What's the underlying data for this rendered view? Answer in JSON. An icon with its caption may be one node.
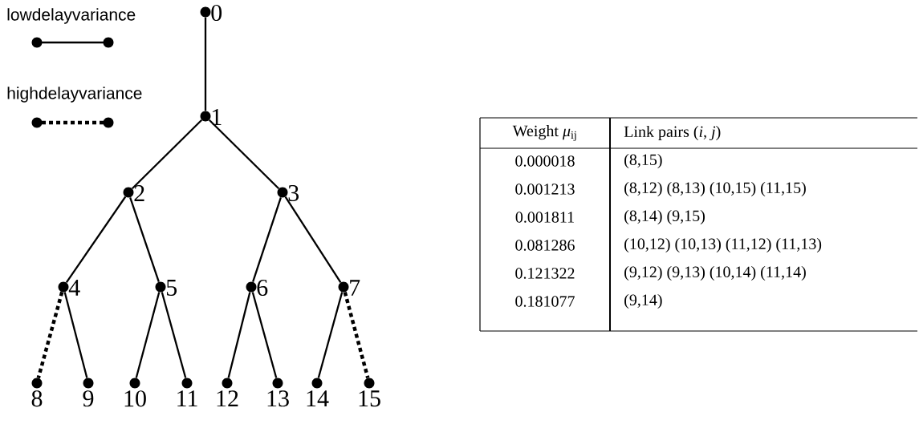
{
  "diagram": {
    "nodes": [
      {
        "text": [
          "0"
        ]
      },
      {
        "text": [
          "1"
        ]
      },
      {
        "text": [
          "2"
        ]
      },
      {
        "text": [
          "3"
        ]
      },
      {
        "text": [
          "4"
        ]
      },
      {
        "text": [
          "5"
        ]
      },
      {
        "text": [
          "6"
        ]
      },
      {
        "text": [
          "7"
        ]
      },
      {
        "text": [
          "8"
        ]
      },
      {
        "text": [
          "9"
        ]
      },
      {
        "text": [
          "10"
        ]
      },
      {
        "text": [
          "11"
        ]
      },
      {
        "text": [
          "12"
        ]
      },
      {
        "text": [
          "13"
        ]
      },
      {
        "text": [
          "14"
        ]
      },
      {
        "text": [
          "15"
        ]
      }
    ],
    "edges": [
      {
        "from": 0,
        "to": 1,
        "arrow": "none"
      },
      {
        "from": 1,
        "to": 2,
        "arrow": "none"
      },
      {
        "from": 1,
        "to": 3,
        "arrow": "none"
      },
      {
        "from": 2,
        "to": 4,
        "arrow": "none"
      },
      {
        "from": 2,
        "to": 5,
        "arrow": "none"
      },
      {
        "from": 3,
        "to": 6,
        "arrow": "none"
      },
      {
        "from": 3,
        "to": 7,
        "arrow": "none"
      },
      {
        "from": 4,
        "to": 8,
        "arrow": "none",
        "style": "dashed"
      },
      {
        "from": 4,
        "to": 9,
        "arrow": "none"
      },
      {
        "from": 5,
        "to": 10,
        "arrow": "none"
      },
      {
        "from": 5,
        "to": 11,
        "arrow": "none"
      },
      {
        "from": 6,
        "to": 12,
        "arrow": "none"
      },
      {
        "from": 6,
        "to": 13,
        "arrow": "none"
      },
      {
        "from": 7,
        "to": 14,
        "arrow": "none"
      },
      {
        "from": 7,
        "to": 15,
        "arrow": "none",
        "style": "dashed"
      }
    ],
    "labels": [
      "Weight *μ*$_{ij}$",
      "Link pairs (*i*, *j*)",
      "0.000018",
      "(8,15)",
      "0.001213",
      "(8,12) (8,13) (10,15) (11,15)",
      "0.001811",
      "(8,14) (9,15)",
      "0.081286",
      "(10,12) (10,13) (11,12) (11,13)",
      "0.121322",
      "(9,12) (9,13) (10,14) (11,14)",
      "0.181077",
      "(9,14)"
    ],
    "legend": [
      {
        "text": "lowdelayvariance"
      },
      {
        "text": "highdelayvariance"
      }
    ]
  }
}
